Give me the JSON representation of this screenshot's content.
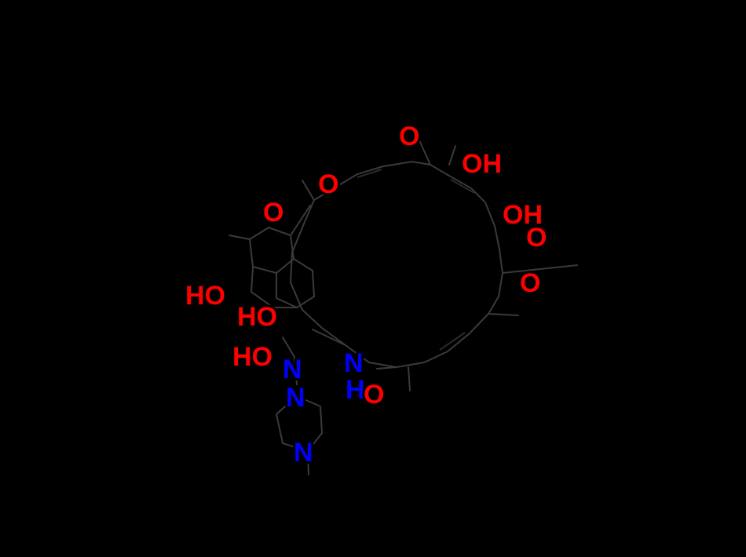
{
  "molecule": {
    "colors": {
      "oxygen": "#ff0000",
      "nitrogen": "#0000ff",
      "bond": "#3a3a3a",
      "background": "#000000"
    },
    "labels": [
      {
        "id": "o-top",
        "text": "O",
        "element": "oxygen"
      },
      {
        "id": "oh-top-right",
        "text": "OH",
        "element": "oxygen"
      },
      {
        "id": "o-ester",
        "text": "O",
        "element": "oxygen"
      },
      {
        "id": "o-left-upper",
        "text": "O",
        "element": "oxygen"
      },
      {
        "id": "oh-right-1",
        "text": "OH",
        "element": "oxygen"
      },
      {
        "id": "o-right-2",
        "text": "O",
        "element": "oxygen"
      },
      {
        "id": "o-right-3",
        "text": "O",
        "element": "oxygen"
      },
      {
        "id": "ho-left",
        "text": "HO",
        "element": "oxygen"
      },
      {
        "id": "ho-mid",
        "text": "HO",
        "element": "oxygen"
      },
      {
        "id": "ho-lower",
        "text": "HO",
        "element": "oxygen"
      },
      {
        "id": "n-amide",
        "text": "N",
        "element": "nitrogen"
      },
      {
        "id": "h-amide",
        "text": "H",
        "element": "nitrogen"
      },
      {
        "id": "o-amide",
        "text": "O",
        "element": "oxygen"
      },
      {
        "id": "n-imine",
        "text": "N",
        "element": "nitrogen"
      },
      {
        "id": "n-pip-1",
        "text": "N",
        "element": "nitrogen"
      },
      {
        "id": "n-pip-2",
        "text": "N",
        "element": "nitrogen"
      }
    ]
  }
}
